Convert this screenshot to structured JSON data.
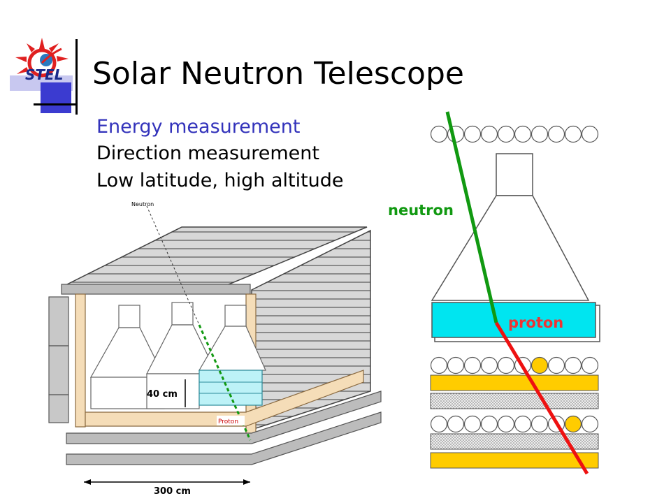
{
  "logo": {
    "text": "STEL"
  },
  "title": "Solar Neutron Telescope",
  "bullets": [
    "Energy measurement",
    "Direction measurement",
    "Low latitude, high altitude"
  ],
  "left_drawing": {
    "neutron_label": "Neutron",
    "proton_label": "Proton",
    "height_dim": "40 cm",
    "width_dim": "300 cm"
  },
  "right_diagram": {
    "neutron_label": "neutron",
    "proton_label": "proton",
    "colors": {
      "neutron_track": "#119911",
      "proton_track": "#ee1111",
      "scintillator": "#00e5f0",
      "yellow_layer": "#ffcc00"
    }
  }
}
